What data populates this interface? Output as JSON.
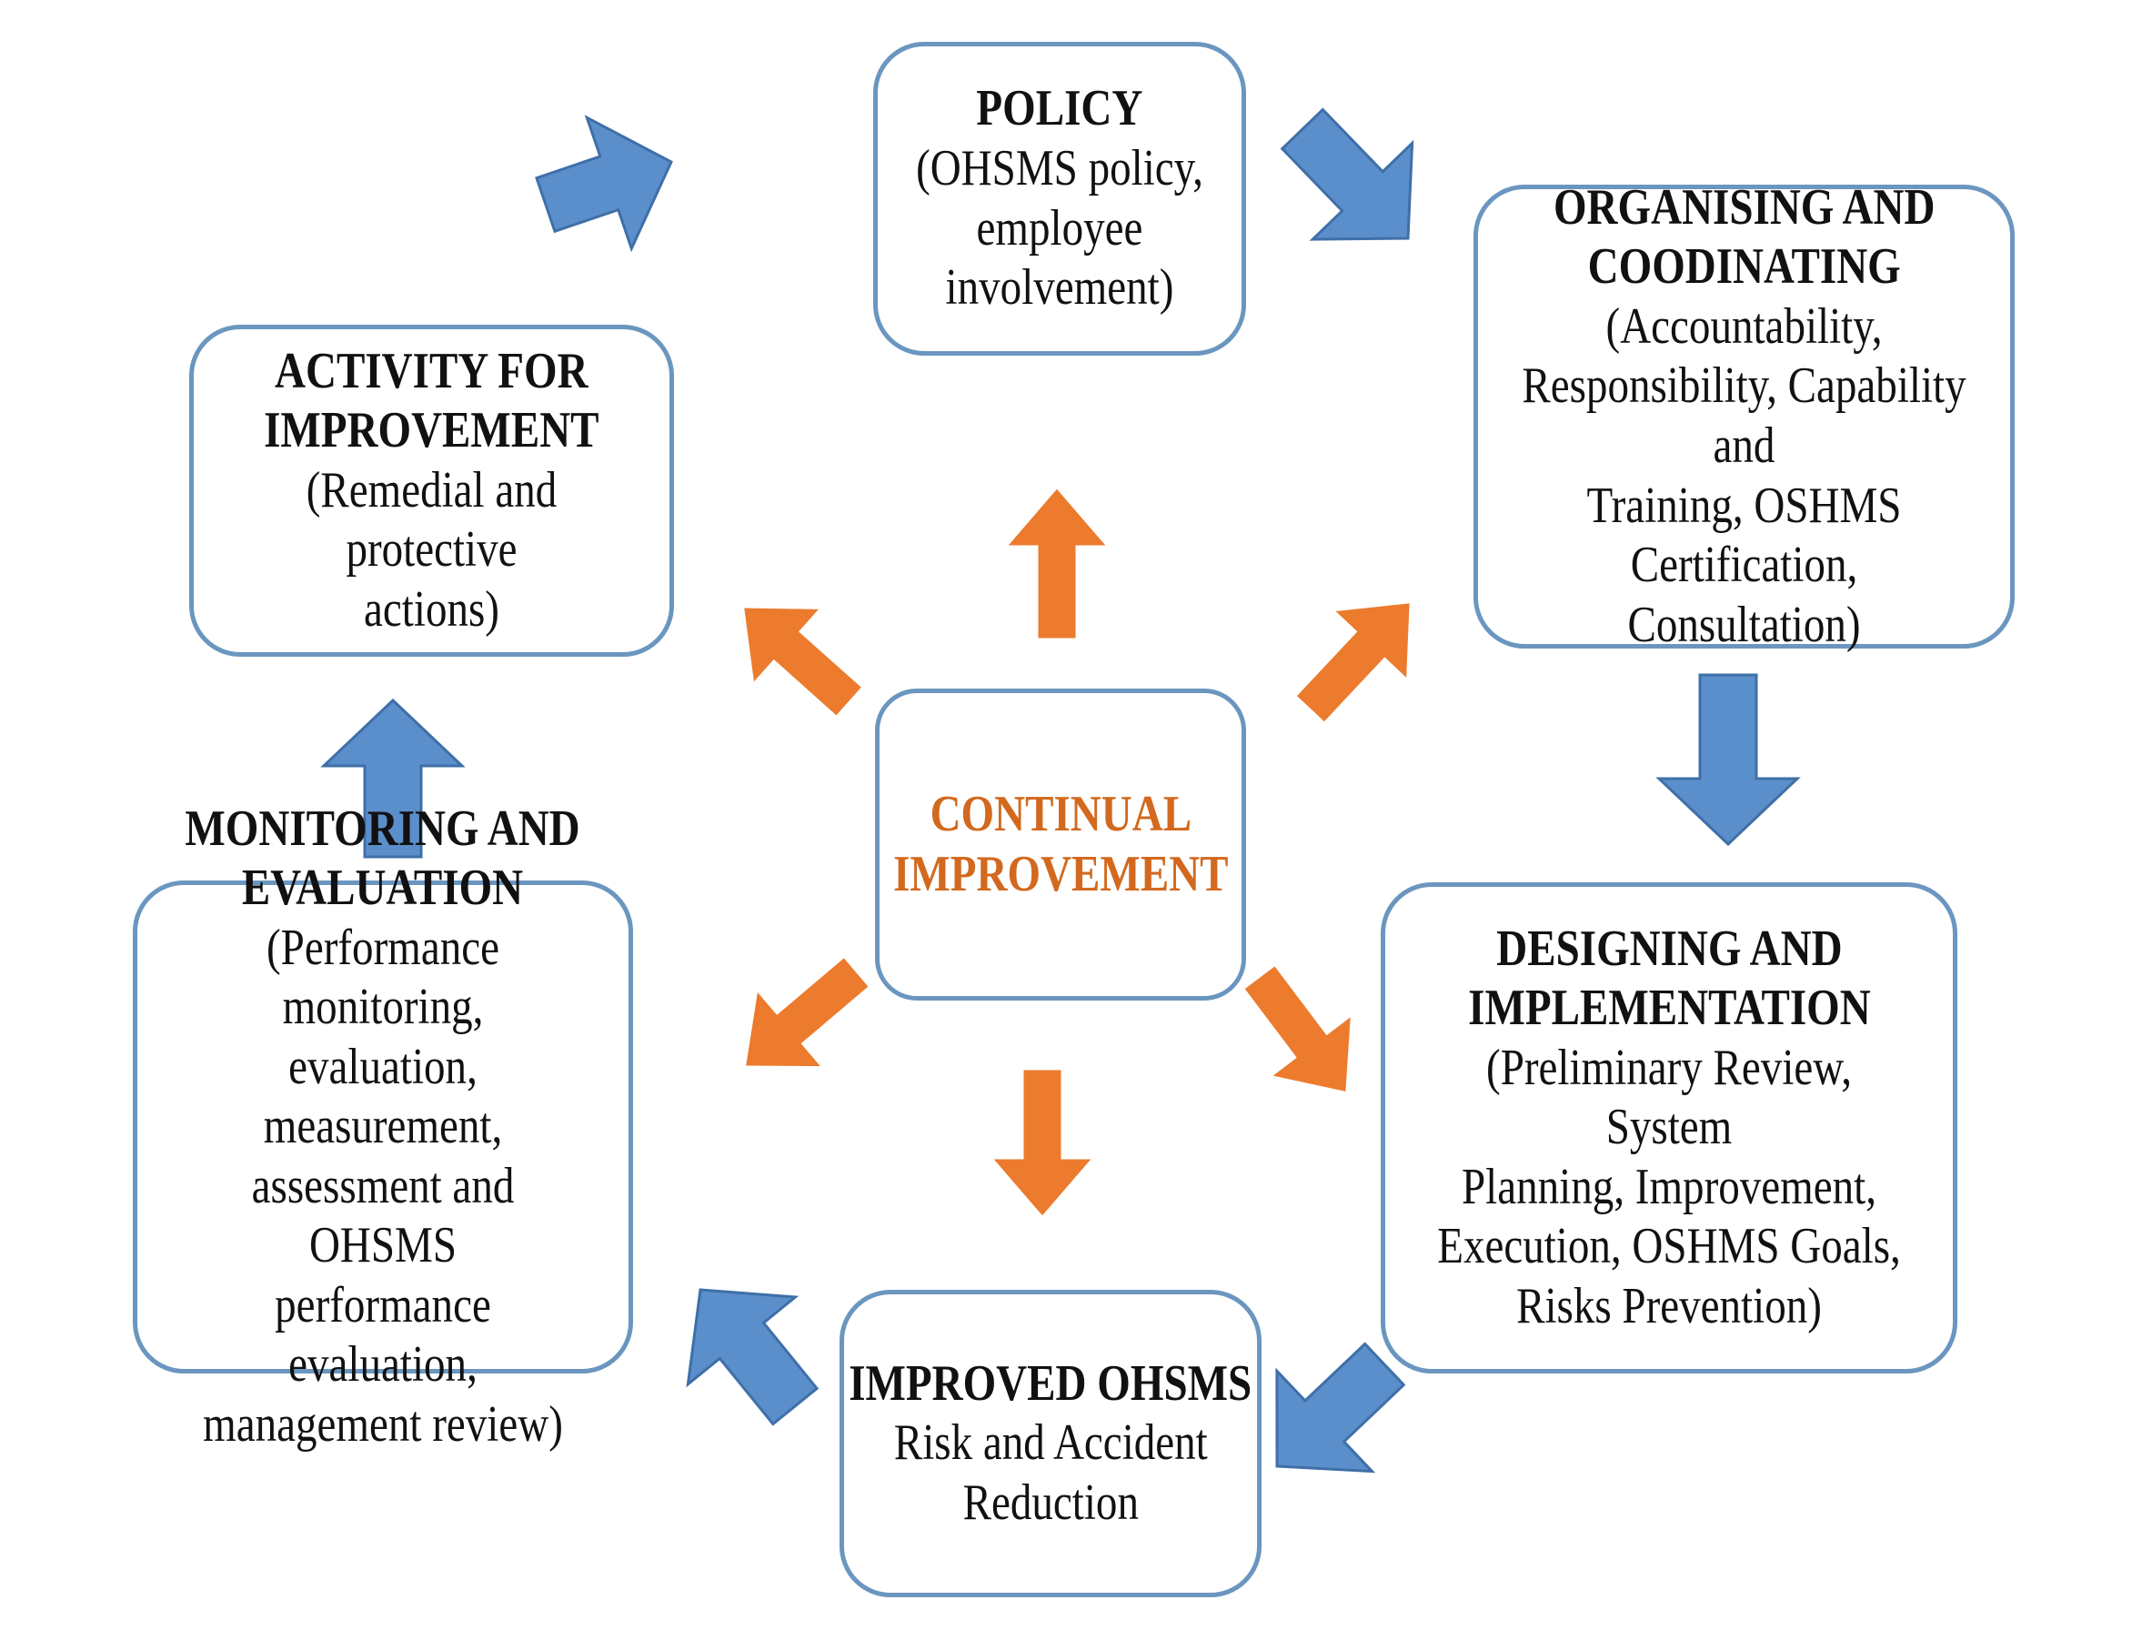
{
  "colors": {
    "box_border": "#6a96bf",
    "blue_arrow": "#5b8fcb",
    "blue_arrow_edge": "#3f6fa8",
    "orange_arrow": "#ec7b2d",
    "center_text": "#d2691e"
  },
  "nodes": {
    "policy": {
      "title": "POLICY",
      "body": "(OHSMS policy,\nemployee\ninvolvement)"
    },
    "organising": {
      "title": "ORGANISING AND\nCOODINATING",
      "body": "(Accountability,\nResponsibility, Capability and\nTraining, OSHMS\nCertification, Consultation)"
    },
    "designing": {
      "title": "DESIGNING AND\nIMPLEMENTATION",
      "body": "(Preliminary Review, System\nPlanning, Improvement,\nExecution, OSHMS Goals,\nRisks Prevention)"
    },
    "improved": {
      "title": "IMPROVED OHSMS",
      "body": "Risk and Accident\nReduction"
    },
    "monitoring": {
      "title": "MONITORING AND\nEVALUATION",
      "body": "(Performance monitoring,\nevaluation, measurement,\nassessment and OHSMS\nperformance evaluation,\nmanagement review)"
    },
    "activity": {
      "title": "ACTIVITY FOR\nIMPROVEMENT",
      "body": "(Remedial and protective\nactions)"
    },
    "center": {
      "title": "CONTINUAL\nIMPROVEMENT"
    }
  },
  "cycle_arrows": [
    "activity-to-policy",
    "policy-to-organising",
    "organising-to-designing",
    "designing-to-improved",
    "improved-to-monitoring",
    "monitoring-to-activity"
  ],
  "radial_arrows": [
    "center-to-policy",
    "center-to-organising",
    "center-to-designing",
    "center-to-improved",
    "center-to-monitoring",
    "center-to-activity"
  ]
}
